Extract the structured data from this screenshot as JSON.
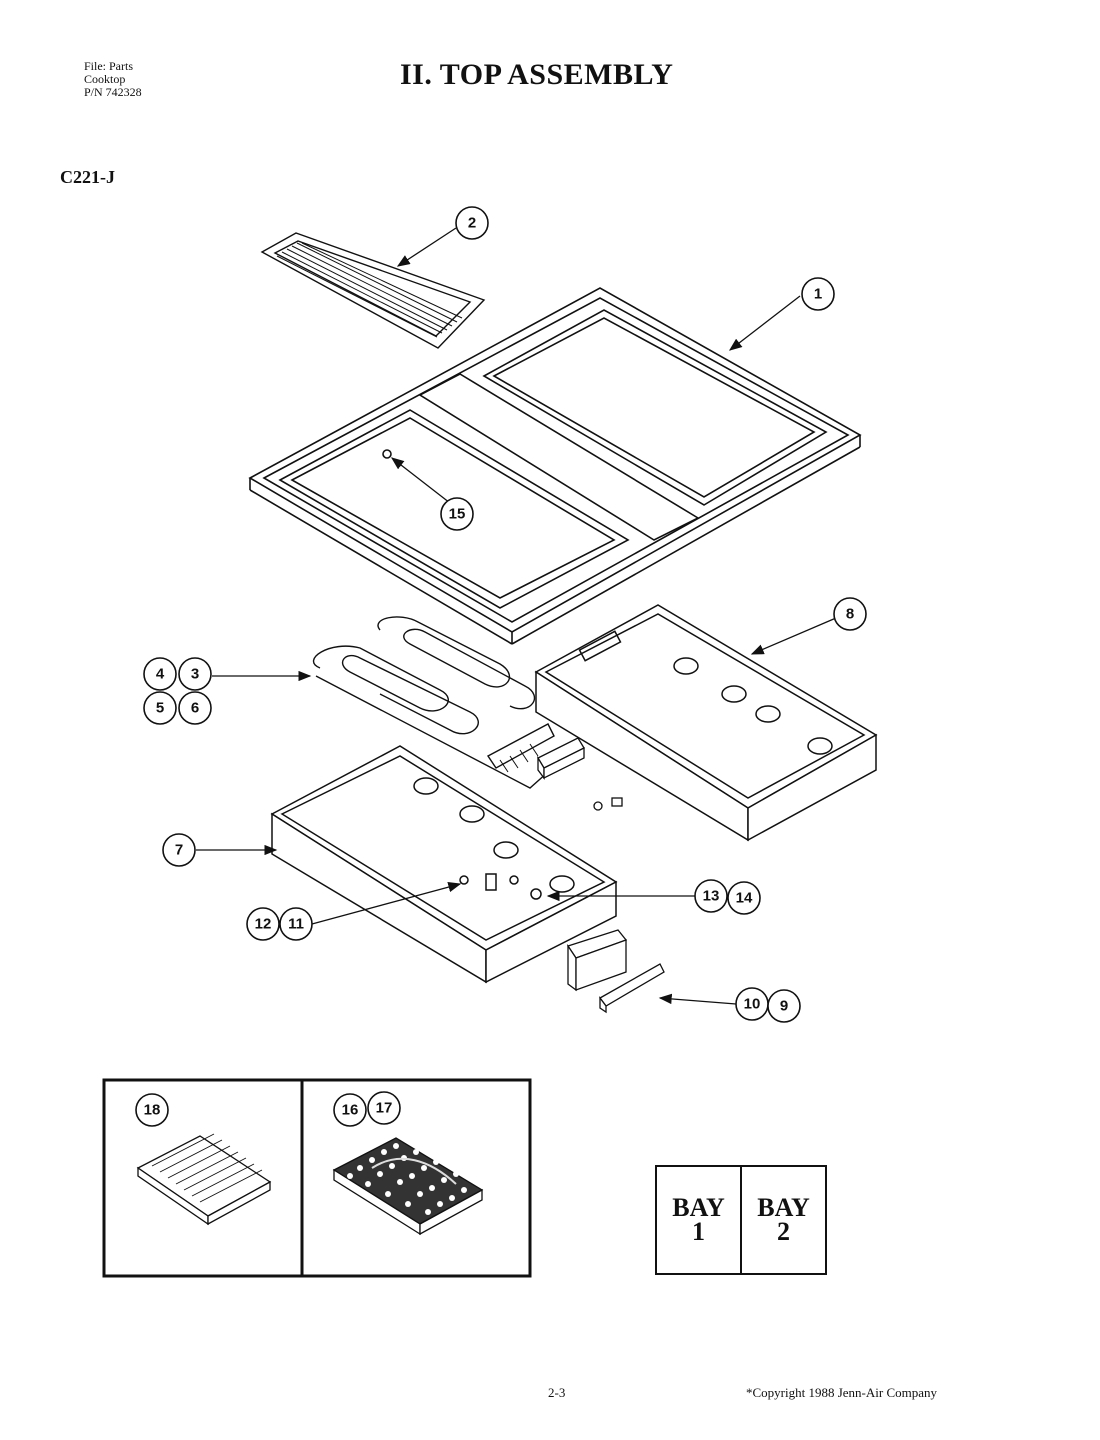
{
  "header": {
    "file_lines": [
      "File: Parts",
      "Cooktop",
      "P/N 742328"
    ],
    "title": "II.  TOP ASSEMBLY",
    "model": "C221-J"
  },
  "callouts": {
    "c1": "1",
    "c2": "2",
    "c3": "3",
    "c4": "4",
    "c5": "5",
    "c6": "6",
    "c7": "7",
    "c8": "8",
    "c9": "9",
    "c10": "10",
    "c11": "11",
    "c12": "12",
    "c13": "13",
    "c14": "14",
    "c15": "15",
    "c16": "16",
    "c17": "17",
    "c18": "18"
  },
  "bays": [
    {
      "word": "BAY",
      "number": "1"
    },
    {
      "word": "BAY",
      "number": "2"
    }
  ],
  "footer": {
    "page_number": "2-3",
    "copyright": "*Copyright 1988 Jenn-Air Company"
  },
  "colors": {
    "line": "#111111",
    "background": "#ffffff"
  }
}
